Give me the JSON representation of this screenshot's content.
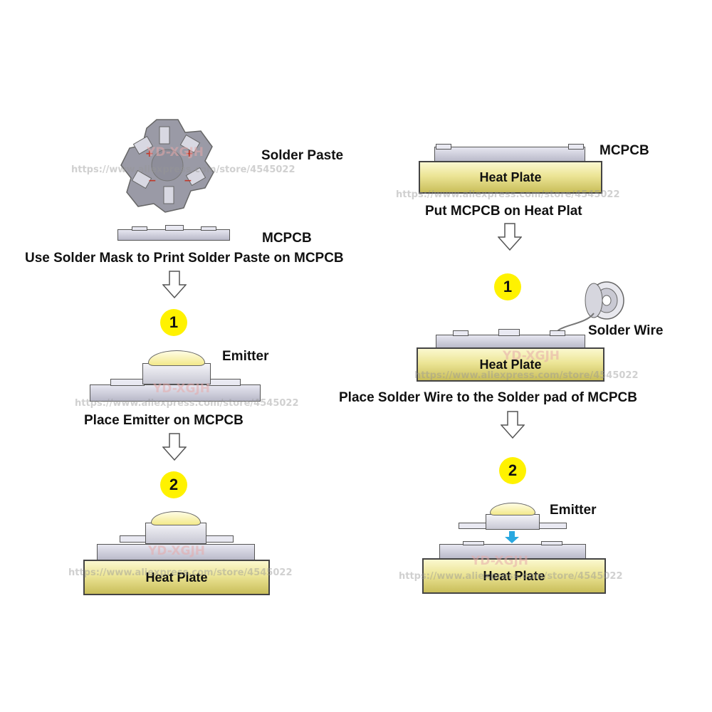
{
  "left": {
    "solder_paste_label": "Solder Paste",
    "mcpcb_label": "MCPCB",
    "step_caption_1": "Use Solder Mask to Print Solder Paste on MCPCB",
    "badge_1": "1",
    "emitter_label": "Emitter",
    "step_caption_2": "Place Emitter on MCPCB",
    "badge_2": "2",
    "heat_plate_label": "Heat Plate"
  },
  "right": {
    "mcpcb_label": "MCPCB",
    "heat_plate_label_top": "Heat Plate",
    "step_caption_1": "Put MCPCB on Heat Plat",
    "badge_1": "1",
    "solder_wire_label": "Solder Wire",
    "heat_plate_label_mid": "Heat Plate",
    "step_caption_2": "Place Solder Wire to the Solder pad of MCPCB",
    "badge_2": "2",
    "emitter_label": "Emitter",
    "heat_plate_label_bottom": "Heat Plate"
  },
  "watermark": {
    "url": "https://www.aliexpress.com/store/4545022",
    "brand": "YD-XGJH"
  },
  "colors": {
    "badge": "#fff200",
    "heat_plate": "#ece596",
    "pcb": "#b8b8c8",
    "lens": "#f3e98a",
    "solder_flow_arrow": "#29a8e0"
  }
}
